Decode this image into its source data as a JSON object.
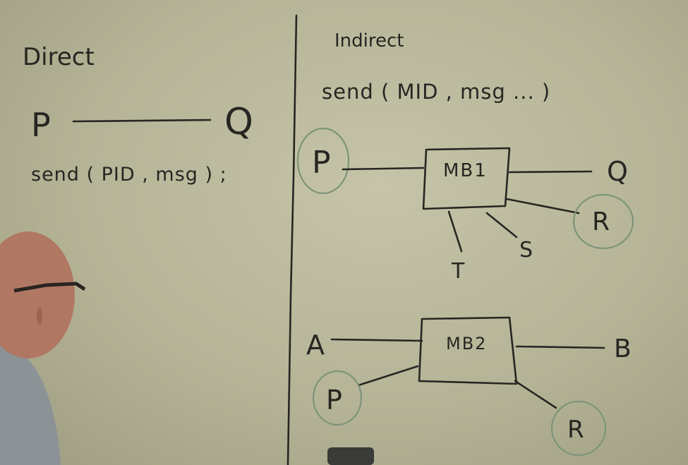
{
  "direct": {
    "title": "Direct",
    "left_node": "P",
    "right_node": "Q",
    "call": "send ( PID , msg ) ;"
  },
  "indirect": {
    "title": "Indirect",
    "call": "send ( MID , msg ... )",
    "mailbox1": {
      "label": "MB1",
      "sender": "P",
      "receivers": [
        "Q",
        "R",
        "S",
        "T"
      ]
    },
    "mailbox2": {
      "label": "MB2",
      "senders": [
        "A",
        "P"
      ],
      "receivers": [
        "B",
        "R"
      ]
    }
  },
  "colors": {
    "board": "#b9b79c",
    "ink": "#262622",
    "circle_highlight": "#7d9479"
  }
}
